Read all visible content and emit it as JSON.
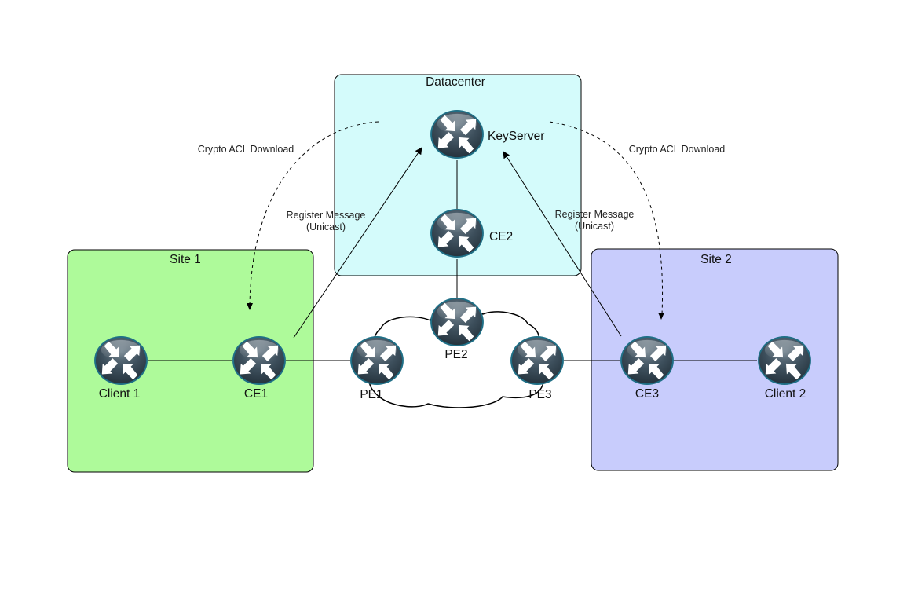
{
  "diagram": {
    "title": "GETVPN topology",
    "zones": [
      {
        "id": "datacenter",
        "title": "Datacenter",
        "fill": "#d4fbfb"
      },
      {
        "id": "site1",
        "title": "Site 1",
        "fill": "#aefa9a"
      },
      {
        "id": "site2",
        "title": "Site 2",
        "fill": "#c8ccfc"
      }
    ],
    "nodes": [
      {
        "id": "keyserver",
        "label": "KeyServer",
        "type": "router-icon"
      },
      {
        "id": "ce2",
        "label": "CE2",
        "type": "router-icon"
      },
      {
        "id": "pe2",
        "label": "PE2",
        "type": "router-icon"
      },
      {
        "id": "pe1",
        "label": "PE1",
        "type": "router-icon"
      },
      {
        "id": "pe3",
        "label": "PE3",
        "type": "router-icon"
      },
      {
        "id": "client1",
        "label": "Client 1",
        "type": "router-icon"
      },
      {
        "id": "ce1",
        "label": "CE1",
        "type": "router-icon"
      },
      {
        "id": "ce3",
        "label": "CE3",
        "type": "router-icon"
      },
      {
        "id": "client2",
        "label": "Client 2",
        "type": "router-icon"
      }
    ],
    "cloud": {
      "name": "provider-cloud",
      "members": [
        "PE1",
        "PE2",
        "PE3"
      ]
    },
    "links": [
      {
        "from": "Client 1",
        "to": "CE1"
      },
      {
        "from": "CE1",
        "to": "PE1"
      },
      {
        "from": "PE3",
        "to": "CE3"
      },
      {
        "from": "CE3",
        "to": "Client 2"
      },
      {
        "from": "KeyServer",
        "to": "CE2"
      },
      {
        "from": "CE2",
        "to": "PE2"
      }
    ],
    "flows": [
      {
        "id": "register-left",
        "from": "CE1",
        "to": "KeyServer",
        "style": "solid-arrow",
        "label_line1": "Register Message",
        "label_line2": "(Unicast)"
      },
      {
        "id": "register-right",
        "from": "CE3",
        "to": "KeyServer",
        "style": "solid-arrow",
        "label_line1": "Register Message",
        "label_line2": "(Unicast)"
      },
      {
        "id": "acl-left",
        "from": "KeyServer",
        "to": "CE1",
        "style": "dashed-arrow",
        "label": "Crypto ACL Download"
      },
      {
        "id": "acl-right",
        "from": "KeyServer",
        "to": "CE3",
        "style": "dashed-arrow",
        "label": "Crypto ACL Download"
      }
    ]
  }
}
